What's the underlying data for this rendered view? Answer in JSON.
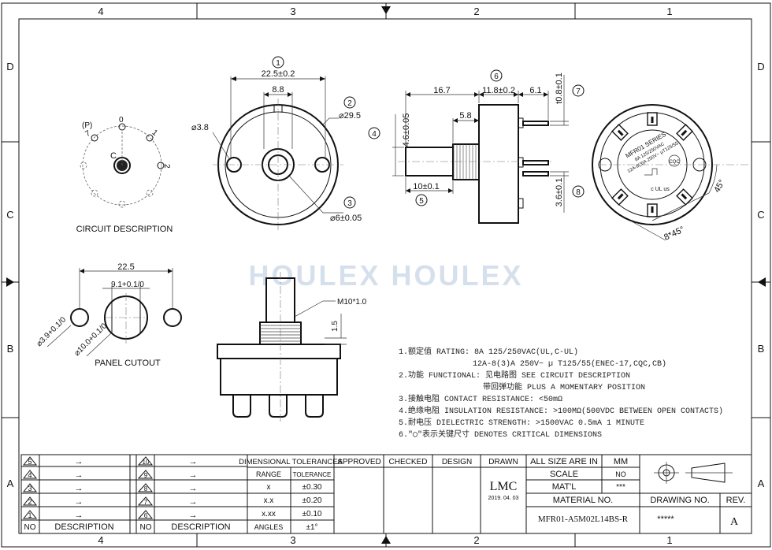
{
  "frame": {
    "top_zones": [
      "4",
      "3",
      "2",
      "1"
    ],
    "side_zones_left": [
      "D",
      "C",
      "B",
      "A"
    ],
    "side_zones_right": [
      "D",
      "C",
      "B",
      "A"
    ],
    "bottom_zones": [
      "4",
      "3",
      "2",
      "1"
    ]
  },
  "watermark": "HOULEX HOULEX",
  "views": {
    "circuit": {
      "title": "CIRCUIT DESCRIPTION",
      "labels": {
        "p": "(P)",
        "zero": "0",
        "seven": "7",
        "one": "1",
        "two": "2",
        "c": "C"
      }
    },
    "front": {
      "dim_width": "22.5±0.2",
      "dim_slot": "8.8",
      "dim_hole": "⌀3.8",
      "dim_body": "⌀29.5",
      "dim_shaft": "⌀6±0.05",
      "callout_1": "1",
      "callout_2": "2",
      "callout_3": "3"
    },
    "side": {
      "dim_shaft_len": "16.7",
      "dim_body_len": "11.8±0.2",
      "dim_pin_len": "6.1",
      "dim_pin_thk": "t0.8±0.1",
      "dim_bush": "5.8",
      "dim_flat": "4.6±0.05",
      "dim_thread": "10±0.1",
      "dim_pin_w": "3.6±0.1",
      "callout_4": "4",
      "callout_5": "5",
      "callout_6": "6",
      "callout_7": "7",
      "callout_8": "8"
    },
    "back": {
      "series": "MFR01 SERIES",
      "rating1": "8A 125/250VAC",
      "rating2": "12A-8(3)A 250V~ µT125/55",
      "cqc": "CQC",
      "ul": "c UL us",
      "dim_angle": "45°",
      "dim_chamfer": "8*45°"
    },
    "panel": {
      "title": "PANEL CUTOUT",
      "dim_width": "22.5",
      "dim_flat": "9.1+0.1/0",
      "dim_small": "⌀3.9+0.1/0",
      "dim_big": "⌀10.0+0.1/0"
    },
    "bottom_view": {
      "thread": "M10*1.0",
      "dim_step": "1.5"
    }
  },
  "notes": [
    "1.额定值 RATING: 8A 125/250VAC(UL,C-UL)",
    "12A-8(3)A 250V~ µ T125/55(ENEC-17,CQC,CB)",
    "2.功能 FUNCTIONAL: 见电路图 SEE CIRCUIT DESCRIPTION",
    "带回弹功能  PLUS A MOMENTARY POSITION",
    "3.接触电阻 CONTACT RESISTANCE: <50mΩ",
    "4.绝缘电阻 INSULATION RESISTANCE: >100MΩ(500VDC BETWEEN OPEN CONTACTS)",
    "5.耐电压 DIELECTRIC STRENGTH: >1500VAC 0.5mA 1 MINUTE",
    "6.\"◯\"表示关键尺寸 DENOTES CRITICAL DIMENSIONS"
  ],
  "title_block": {
    "rev_rows_left": [
      "5",
      "4",
      "3",
      "2",
      "1"
    ],
    "rev_rows_right": [
      "10",
      "9",
      "8",
      "7",
      "6"
    ],
    "arrow": "→",
    "no_label": "NO",
    "desc_label": "DESCRIPTION",
    "tol_title": "DIMENSIONAL  TOLERANCES",
    "tol_range": "RANGE",
    "tol_tolerance": "TOLERANCE",
    "tol_rows": [
      {
        "range": "x",
        "tol": "±0.30"
      },
      {
        "range": "x.x",
        "tol": "±0.20"
      },
      {
        "range": "x.xx",
        "tol": "±0.10"
      },
      {
        "range": "ANGLES",
        "tol": "±1°"
      }
    ],
    "approved": "APPROVED",
    "checked": "CHECKED",
    "design": "DESIGN",
    "drawn": "DRAWN",
    "drawn_by": "LMC",
    "drawn_date": "2019. 04. 03",
    "all_size": "ALL SIZE ARE IN",
    "unit": "MM",
    "scale": "SCALE",
    "scale_val": "NO",
    "matl": "MAT'L",
    "matl_val": "***",
    "material_no": "MATERIAL NO.",
    "material_val": "MFR01-A5M02L14BS-R",
    "drawing_no": "DRAWING NO.",
    "drawing_val": "*****",
    "rev": "REV.",
    "rev_val": "A"
  }
}
